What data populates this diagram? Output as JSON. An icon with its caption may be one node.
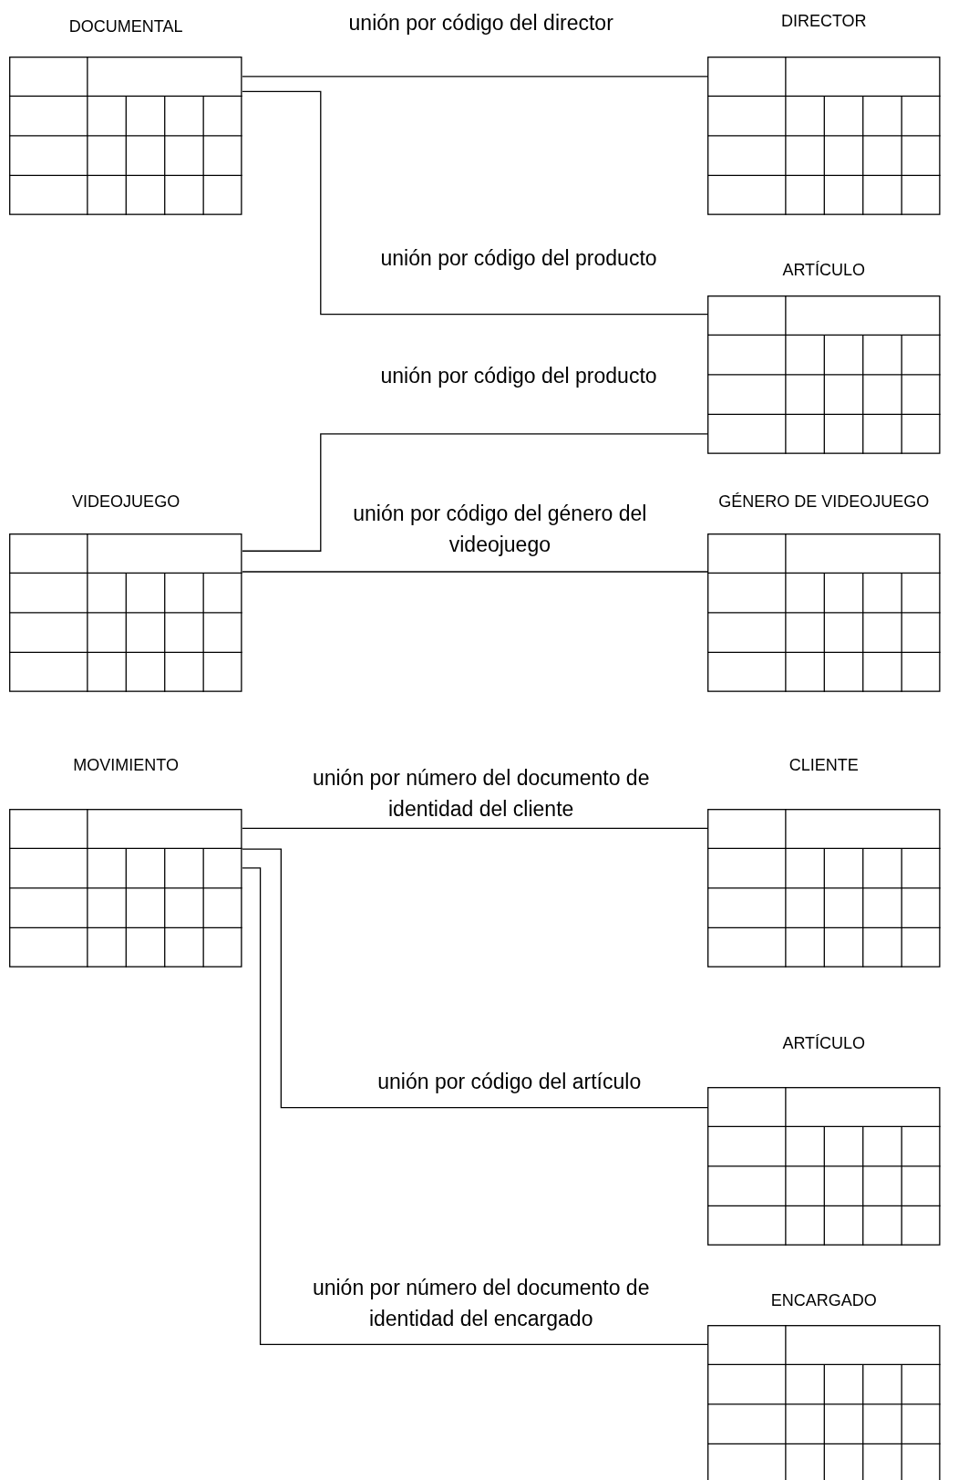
{
  "diagram": {
    "nodes": [
      {
        "text": [
          "DOCUMENTAL"
        ]
      },
      {
        "text": [
          "DIRECTOR"
        ]
      },
      {
        "text": [
          "ARTÍCULO"
        ]
      },
      {
        "text": [
          "VIDEOJUEGO"
        ]
      },
      {
        "text": [
          "GÉNERO DE VIDEOJUEGO"
        ]
      },
      {
        "text": [
          "MOVIMIENTO"
        ]
      },
      {
        "text": [
          "CLIENTE"
        ]
      },
      {
        "text": [
          "ARTÍCULO"
        ]
      },
      {
        "text": [
          "ENCARGADO"
        ]
      }
    ],
    "edges": [
      {
        "from": 0,
        "to": 1,
        "arrow": "none",
        "label": "unión por código del director"
      },
      {
        "from": 0,
        "to": 2,
        "arrow": "none",
        "label": "unión por código del producto"
      },
      {
        "from": 3,
        "to": 2,
        "arrow": "none",
        "label": "unión por código del producto"
      },
      {
        "from": 3,
        "to": 4,
        "arrow": "none",
        "label": "unión por código del género del videojuego"
      },
      {
        "from": 5,
        "to": 6,
        "arrow": "none",
        "label": "unión por número del documento de identidad del cliente"
      },
      {
        "from": 5,
        "to": 7,
        "arrow": "none",
        "label": "unión por código del artículo"
      },
      {
        "from": 5,
        "to": 8,
        "arrow": "none",
        "label": "unión por número del documento de identidad del encargado"
      }
    ]
  }
}
